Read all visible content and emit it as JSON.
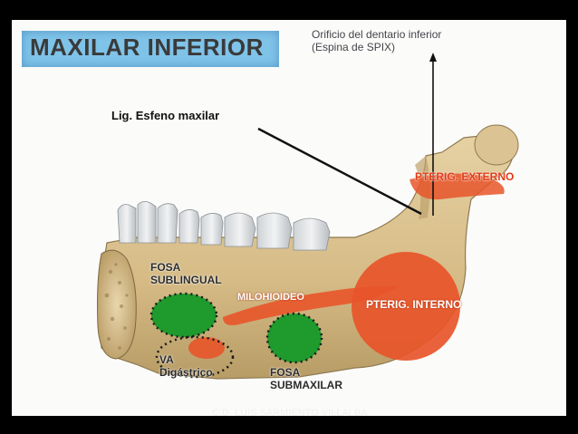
{
  "title": "MAXILAR INFERIOR",
  "annotations": {
    "spix_line1": "Orificio del dentario inferior",
    "spix_line2": "(Espina de SPIX)",
    "ligament": "Lig. Esfeno maxilar"
  },
  "labels": {
    "fosa_sublingual_1": "FOSA",
    "fosa_sublingual_2": "SUBLINGUAL",
    "milohioideo": "MILOHIOIDEO",
    "pterig_externo": "PTERIG. EXTERNO",
    "pterig_interno": "PTERIG. INTERNO",
    "vientre_1": "VA",
    "vientre_2": "Digástrico",
    "fosa_submaxilar_1": "FOSA",
    "fosa_submaxilar_2": "SUBMAXILAR"
  },
  "footer": "C.D. LUIS SARMIENTO VILLALBA",
  "colors": {
    "title_banner": "#7fc3e9",
    "bone": "#d9c08e",
    "muscle": "#e8552a",
    "fossa": "#1f9a2c"
  }
}
